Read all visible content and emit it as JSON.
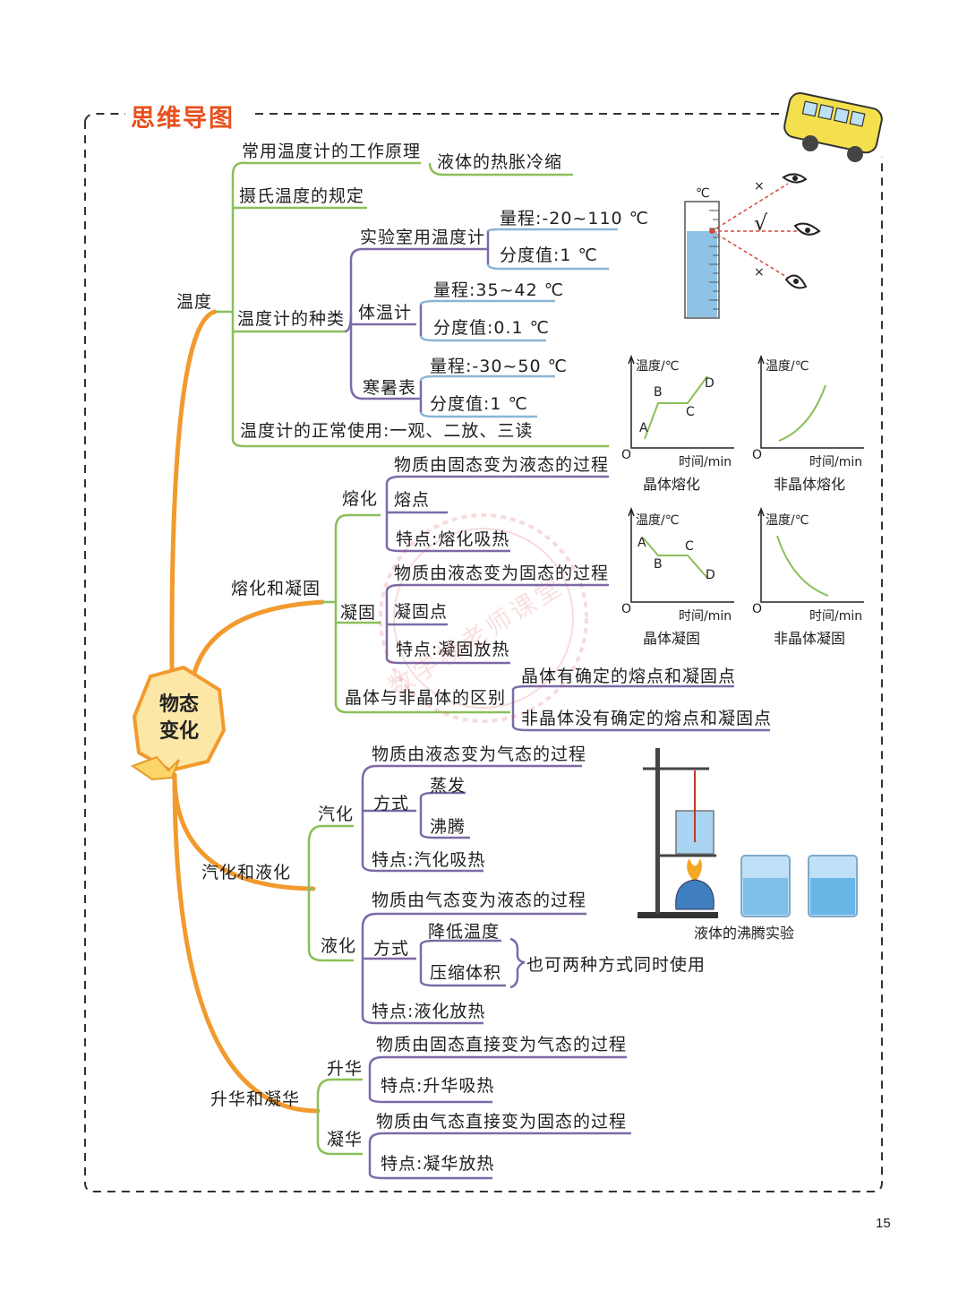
{
  "title": "思维导图",
  "core": {
    "line1": "物态",
    "line2": "变化"
  },
  "page_number": "15",
  "colors": {
    "trunk": "#f29a2e",
    "green": "#8bbf5a",
    "purple": "#7c6aa8",
    "blue": "#8ab6d6",
    "title": "#e8501f"
  },
  "branches": {
    "temperature": {
      "label": "温度",
      "principle": "常用温度计的工作原理",
      "principle_value": "液体的热胀冷缩",
      "celsius": "摄氏温度的规定",
      "types": "温度计的种类",
      "lab": {
        "label": "实验室用温度计",
        "range": "量程:-20~110 ℃",
        "div": "分度值:1 ℃"
      },
      "body": {
        "label": "体温计",
        "range": "量程:35~42 ℃",
        "div": "分度值:0.1 ℃"
      },
      "weather": {
        "label": "寒暑表",
        "range": "量程:-30~50 ℃",
        "div": "分度值:1 ℃"
      },
      "usage": "温度计的正常使用:一观、二放、三读"
    },
    "melting": {
      "label": "熔化和凝固",
      "melt": {
        "label": "熔化",
        "def": "物质由固态变为液态的过程",
        "point": "熔点",
        "feature": "特点:熔化吸热"
      },
      "solidify": {
        "label": "凝固",
        "def": "物质由液态变为固态的过程",
        "point": "凝固点",
        "feature": "特点:凝固放热"
      },
      "diff": {
        "label": "晶体与非晶体的区别",
        "a": "晶体有确定的熔点和凝固点",
        "b": "非晶体没有确定的熔点和凝固点"
      }
    },
    "vapor": {
      "label": "汽化和液化",
      "vaporize": {
        "label": "汽化",
        "def": "物质由液态变为气态的过程",
        "way": "方式",
        "w1": "蒸发",
        "w2": "沸腾",
        "feature": "特点:汽化吸热"
      },
      "liquefy": {
        "label": "液化",
        "def": "物质由气态变为液态的过程",
        "way": "方式",
        "w1": "降低温度",
        "w2": "压缩体积",
        "note": "也可两种方式同时使用",
        "feature": "特点:液化放热"
      }
    },
    "sublimation": {
      "label": "升华和凝华",
      "sub": {
        "label": "升华",
        "def": "物质由固态直接变为气态的过程",
        "feature": "特点:升华吸热"
      },
      "dep": {
        "label": "凝华",
        "def": "物质由气态直接变为固态的过程",
        "feature": "特点:凝华放热"
      }
    }
  },
  "graphs": {
    "ylabel": "温度/℃",
    "xlabel": "时间/min",
    "origin": "O",
    "crystal_melt": {
      "caption": "晶体熔化",
      "points": [
        "A",
        "B",
        "C",
        "D"
      ]
    },
    "amorphous_melt": {
      "caption": "非晶体熔化"
    },
    "crystal_solid": {
      "caption": "晶体凝固",
      "points": [
        "A",
        "B",
        "C",
        "D"
      ]
    },
    "amorphous_solid": {
      "caption": "非晶体凝固"
    }
  },
  "thermometer": {
    "unit": "℃",
    "wrong": "×",
    "right": "√"
  },
  "boiling_caption": "液体的沸腾实验",
  "watermark": "数学杨老师课堂"
}
